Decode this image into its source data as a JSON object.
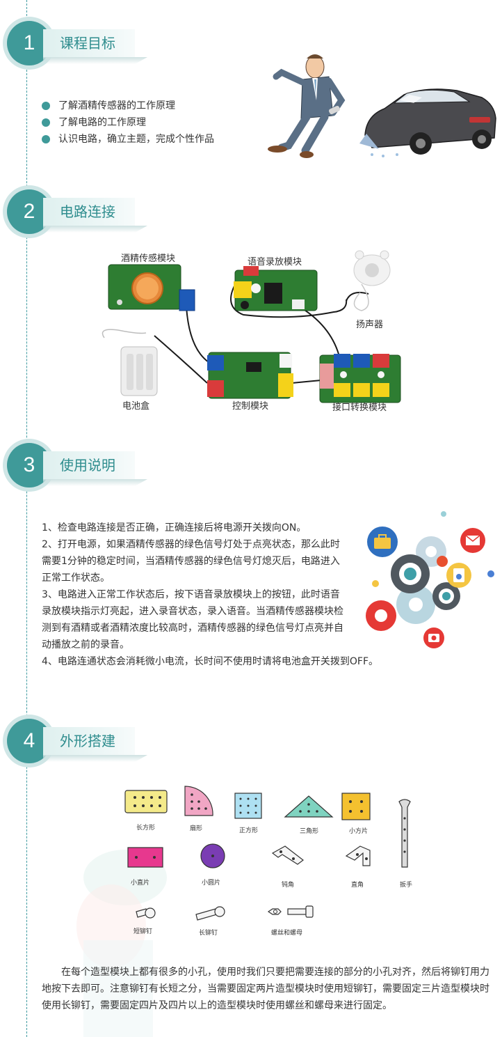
{
  "sections": [
    {
      "number": "1",
      "title": "课程目标"
    },
    {
      "number": "2",
      "title": "电路连接"
    },
    {
      "number": "3",
      "title": "使用说明"
    },
    {
      "number": "4",
      "title": "外形搭建"
    }
  ],
  "goals": [
    "了解酒精传感器的工作原理",
    "了解电路的工作原理",
    "认识电路，确立主题，完成个性作品"
  ],
  "circuit_labels": {
    "alcohol_sensor": "酒精传感模块",
    "voice_module": "语音录放模块",
    "speaker": "扬声器",
    "battery_box": "电池盒",
    "control_module": "控制模块",
    "interface_module": "接口转换模块"
  },
  "instructions": [
    "1、检查电路连接是否正确，正确连接后将电源开关拨向ON。",
    "2、打开电源，如果酒精传感器的绿色信号灯处于点亮状态，那么此时需要1分钟的稳定时间，当酒精传感器的绿色信号灯熄灭后，电路进入正常工作状态。",
    "3、电路进入正常工作状态后，按下语音录放模块上的按钮，此时语音录放模块指示灯亮起，进入录音状态，录入语音。当酒精传感器模块检测到有酒精或者酒精浓度比较高时，酒精传感器的绿色信号灯点亮并自动播放之前的录音。",
    "4、电路连通状态会消耗微小电流，长时间不使用时请将电池盒开关拨到OFF。"
  ],
  "shapes": {
    "rect": "长方形",
    "sector": "扇形",
    "square": "正方形",
    "triangle": "三角形",
    "small_square": "小方片",
    "strip": "小直片",
    "disc": "小圆片",
    "obtuse": "钝角",
    "right_angle": "直角",
    "wrench": "扳手",
    "short_rivet": "短铆钉",
    "long_rivet": "长铆钉",
    "screw_nut": "螺丝和螺母"
  },
  "bottom_text": "在每个造型模块上都有很多的小孔，使用时我们只要把需要连接的部分的小孔对齐，然后将铆钉用力地按下去即可。注意铆钉有长短之分，当需要固定两片造型模块时使用短铆钉，需要固定三片造型模块时使用长铆钉，需要固定四片及四片以上的造型模块时使用螺丝和螺母来进行固定。",
  "colors": {
    "accent": "#3f9a99",
    "tab_text": "#2f8d8e"
  }
}
